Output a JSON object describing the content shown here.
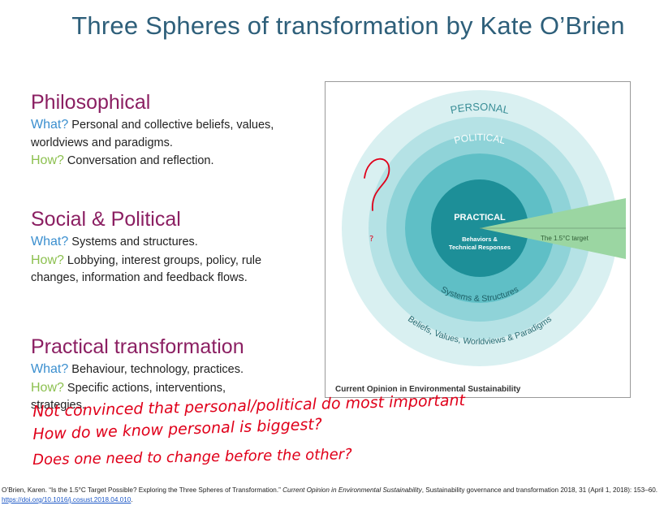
{
  "title": "Three Spheres of transformation by Kate O’Brien",
  "sections": [
    {
      "heading": "Philosophical",
      "what_label": "What?",
      "what_text": " Personal and collective beliefs, values, worldviews and paradigms.",
      "how_label": "How?",
      "how_text": " Conversation and reflection."
    },
    {
      "heading": "Social & Political",
      "what_label": "What?",
      "what_text": " Systems and structures.",
      "how_label": "How?",
      "how_text": " Lobbying, interest groups, policy, rule changes, information and feedback flows."
    },
    {
      "heading": "Practical transformation",
      "what_label": "What?",
      "what_text": " Behaviour, technology, practices.",
      "how_label": "How?",
      "how_text": " Specific actions, interventions, strategies."
    }
  ],
  "diagram": {
    "ring_personal": "PERSONAL",
    "ring_political": "POLITICAL",
    "core_practical": "PRACTICAL",
    "core_sub1": "Behaviors &",
    "core_sub2": "Technical Responses",
    "target": "The 1.5°C target",
    "systems_arc": "Systems & Structures",
    "beliefs_arc": "Beliefs, Values, Worldviews & Paradigms",
    "caption": "Current Opinion in Environmental Sustainability",
    "colors": {
      "outer": "#d9f0f1",
      "ring2": "#b5e2e5",
      "ring3": "#8fd3d8",
      "ring4": "#5fbfc6",
      "core": "#1d8f98",
      "wedge": "#9bd6a2"
    }
  },
  "annotations": {
    "question_mark": "?",
    "note1": "Not convinced that personal/political do most important",
    "note2": "How do we know personal is biggest?",
    "note3": "Does one need to change before the other?"
  },
  "citation": {
    "part1": "O’Brien, Karen. “Is the 1.5°C Target Possible? Exploring the Three Spheres of Transformation.” ",
    "journal": "Current Opinion in Environmental Sustainability",
    "part2": ", Sustainability governance and transformation 2018, 31 (April 1, 2018): 153–60. ",
    "link": "https://doi.org/10.1016/j.cosust.2018.04.010",
    "end": "."
  }
}
